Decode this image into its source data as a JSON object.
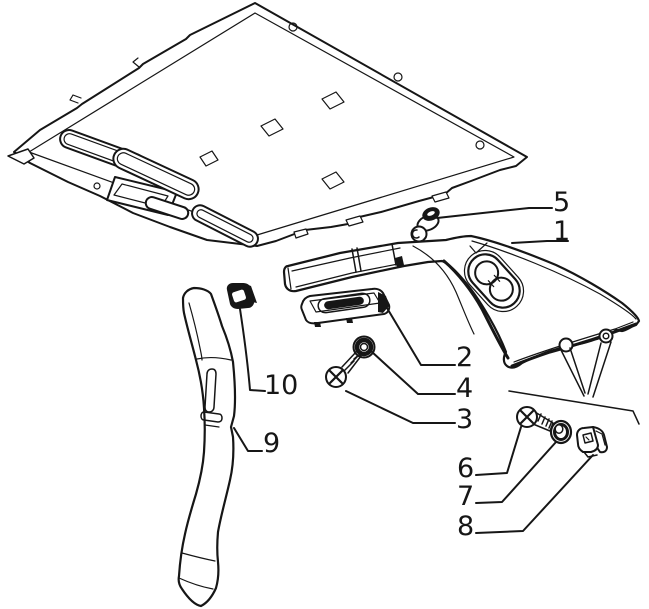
{
  "figure": {
    "kind": "exploded-parts-diagram",
    "colors": {
      "background": "#ffffff",
      "ink": "#161616"
    }
  },
  "callouts": [
    {
      "label": "5"
    },
    {
      "label": "1"
    },
    {
      "label": "2"
    },
    {
      "label": "4"
    },
    {
      "label": "3"
    },
    {
      "label": "6"
    },
    {
      "label": "7"
    },
    {
      "label": "8"
    },
    {
      "label": "10"
    },
    {
      "label": "9"
    }
  ]
}
